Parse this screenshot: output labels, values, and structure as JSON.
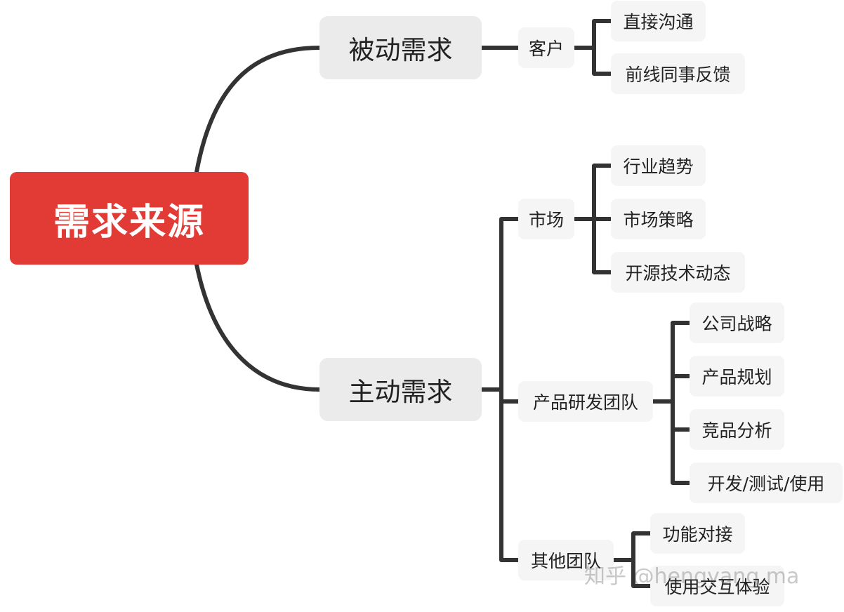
{
  "root": {
    "label": "需求来源"
  },
  "passive": {
    "label": "被动需求",
    "customer": {
      "label": "客户",
      "children": [
        "直接沟通",
        "前线同事反馈"
      ]
    }
  },
  "active": {
    "label": "主动需求",
    "market": {
      "label": "市场",
      "children": [
        "行业趋势",
        "市场策略",
        "开源技术动态"
      ]
    },
    "rnd_team": {
      "label": "产品研发团队",
      "children": [
        "公司战略",
        "产品规划",
        "竞品分析",
        "开发/测试/使用"
      ]
    },
    "other_team": {
      "label": "其他团队",
      "children": [
        "功能对接",
        "使用交互体验"
      ]
    }
  },
  "watermark": "知乎 @hengyang.ma",
  "colors": {
    "root_fill": "#e23b36",
    "main_topic_fill": "#ebebeb",
    "subtopic_fill": "#f5f5f5",
    "connector": "#333333"
  }
}
